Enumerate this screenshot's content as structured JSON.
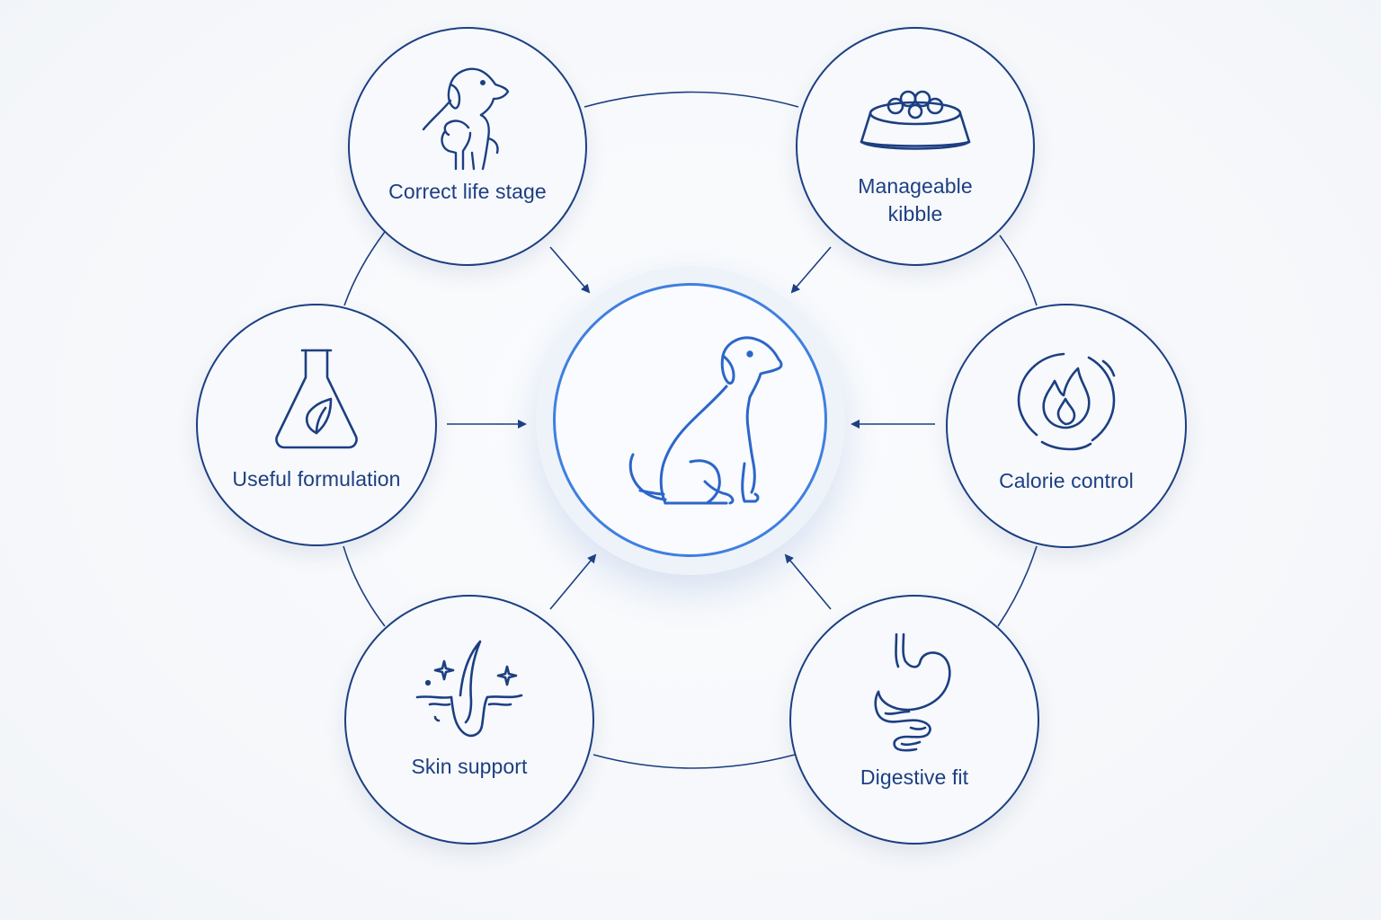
{
  "center": {
    "icon": "dog-sitting-icon"
  },
  "factors": [
    {
      "id": "life-stage",
      "label": "Correct life stage",
      "icon": "dog-puppy-icon"
    },
    {
      "id": "kibble",
      "label": "Manageable\nkibble",
      "icon": "food-bowl-icon"
    },
    {
      "id": "calorie",
      "label": "Calorie control",
      "icon": "flame-icon"
    },
    {
      "id": "digestive",
      "label": "Digestive fit",
      "icon": "stomach-icon"
    },
    {
      "id": "skin",
      "label": "Skin support",
      "icon": "hair-follicle-icon"
    },
    {
      "id": "formulation",
      "label": "Useful formulation",
      "icon": "flask-leaf-icon"
    }
  ],
  "colors": {
    "stroke": "#1c3f82",
    "accent": "#3f7fe0",
    "background": "#f6f8fb"
  }
}
